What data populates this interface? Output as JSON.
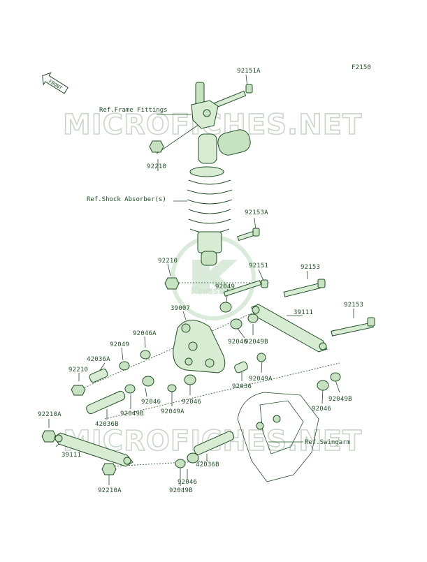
{
  "diagram_code": "F2150",
  "front_label": "FRONT",
  "watermark_text": "MICROFICHES.NET",
  "logo_text": "Kawasaki",
  "colors": {
    "ink": "#1f4f24",
    "part_fill": "#d7ecd3",
    "part_fill_dark": "#c6e2c0",
    "watermark": "#c9d6c9",
    "logo": "#cfe5cf"
  },
  "refs": {
    "frame_fittings": "Ref.Frame Fittings",
    "shock_absorber": "Ref.Shock Absorber(s)",
    "swingarm": "Ref.Swingarm"
  },
  "labels": [
    "92151A",
    "92210",
    "92153A",
    "92210",
    "92151",
    "92049",
    "39007",
    "92153",
    "39111",
    "92153",
    "92046A",
    "92049",
    "42036A",
    "92210",
    "92046",
    "92049B",
    "92036",
    "92049A",
    "92046",
    "92046",
    "92049A",
    "92049B",
    "92046",
    "92049B",
    "92210A",
    "42036B",
    "39111",
    "42036B",
    "92046",
    "92049B",
    "92210A"
  ]
}
